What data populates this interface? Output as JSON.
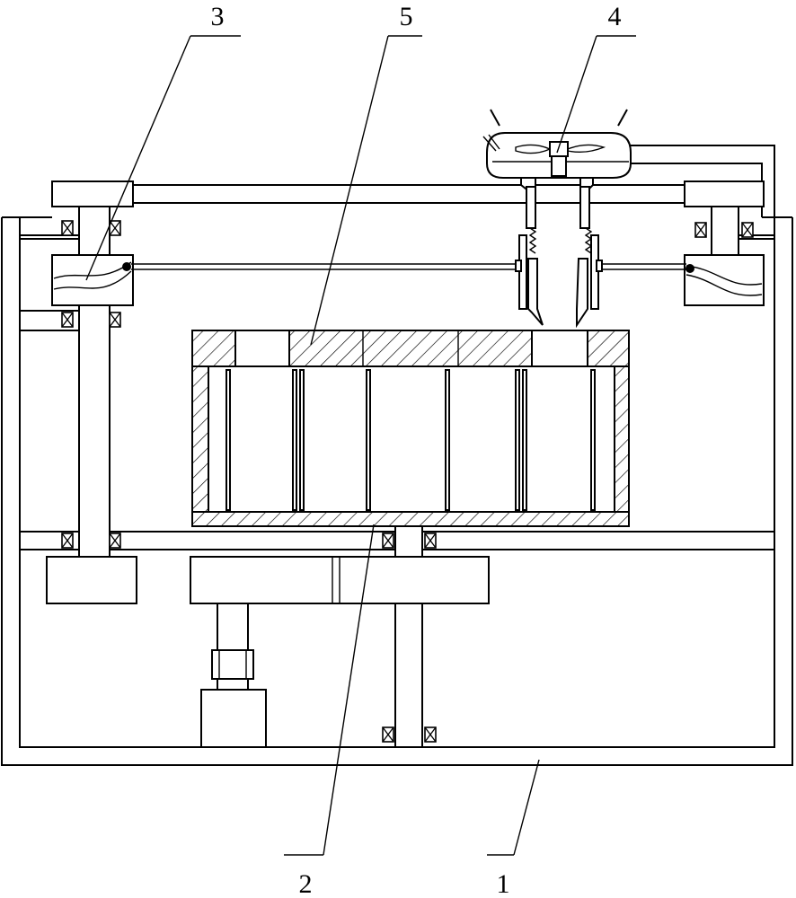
{
  "callouts": [
    {
      "id": "part-1",
      "label": "1"
    },
    {
      "id": "part-2",
      "label": "2"
    },
    {
      "id": "part-3",
      "label": "3"
    },
    {
      "id": "part-4",
      "label": "4"
    },
    {
      "id": "part-5",
      "label": "5"
    }
  ]
}
